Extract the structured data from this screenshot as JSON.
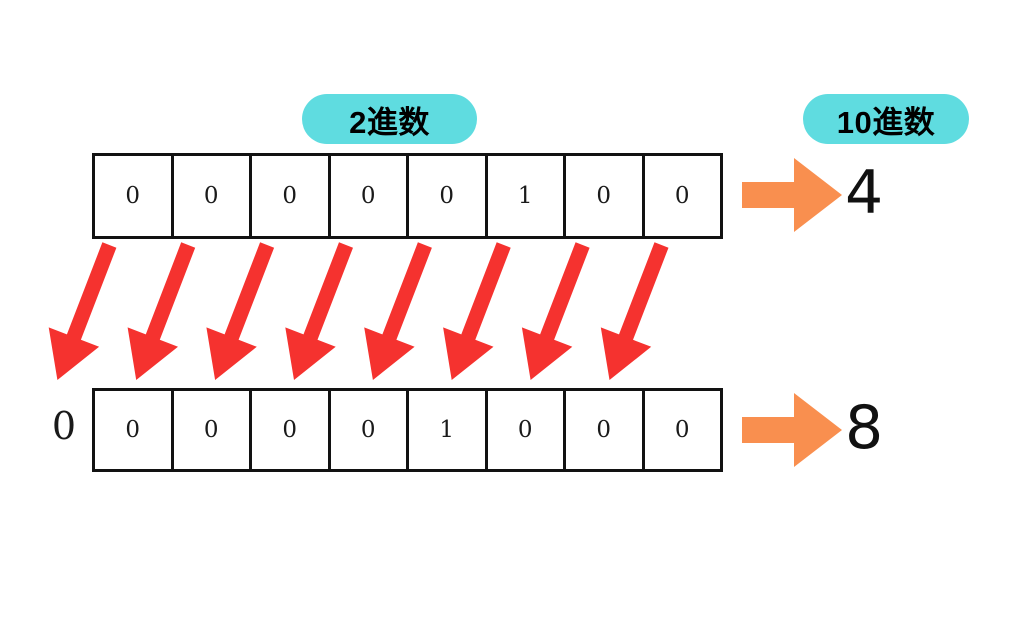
{
  "colors": {
    "background": "#ffffff",
    "badge_fill": "#5FDCE0",
    "cell_border": "#121212",
    "shift_arrow": "#F5322F",
    "result_arrow": "#F98F4F",
    "text": "#111111"
  },
  "labels": {
    "binary_badge": "2進数",
    "decimal_badge": "10進数"
  },
  "rows": {
    "top": {
      "name": "original-value",
      "bits": [
        "0",
        "0",
        "0",
        "0",
        "0",
        "1",
        "0",
        "0"
      ],
      "decimal": "4"
    },
    "bottom": {
      "name": "shifted-value",
      "overflow_bit": "0",
      "bits": [
        "0",
        "0",
        "0",
        "0",
        "1",
        "0",
        "0",
        "0"
      ],
      "decimal": "8"
    }
  },
  "shift": {
    "arrow_count": 8,
    "direction": "left",
    "icon": "shift-left-arrow-icon"
  },
  "icons": {
    "result_arrow": "right-arrow-icon"
  }
}
